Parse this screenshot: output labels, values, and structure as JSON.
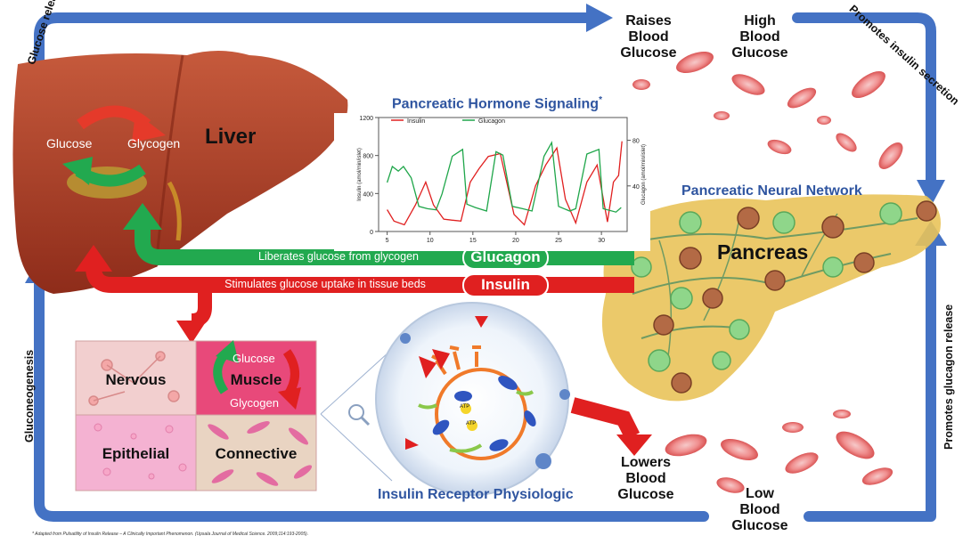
{
  "colors": {
    "cycle_blue": "#4472c4",
    "glucagon_green": "#22a94f",
    "insulin_red": "#e02020",
    "liver_red": "#b8402a",
    "pancreas_yellow": "#e9c35a",
    "heading_blue": "#2f55a0",
    "insulin_line": "#e02020",
    "glucagon_line": "#1fa64a"
  },
  "cycle_labels": {
    "glucose_release": "Glucose release",
    "raises_blood_glucose": [
      "Raises",
      "Blood",
      "Glucose"
    ],
    "high_blood_glucose": [
      "High",
      "Blood",
      "Glucose"
    ],
    "promotes_insulin_secretion": "Promotes insulin secretion",
    "promotes_glucagon_release": "Promotes glucagon release",
    "low_blood_glucose": [
      "Low",
      "Blood",
      "Glucose"
    ],
    "lowers_blood_glucose": [
      "Lowers",
      "Blood",
      "Glucose"
    ],
    "gluconeogenesis": "Gluconeogenesis"
  },
  "liver": {
    "title": "Liver",
    "glucose": "Glucose",
    "glycogen": "Glycogen"
  },
  "pathways": {
    "glucagon_text": "Liberates glucose from glycogen",
    "glucagon_label": "Glucagon",
    "insulin_text": "Stimulates glucose uptake in tissue beds",
    "insulin_label": "Insulin"
  },
  "pancreas": {
    "title": "Pancreas",
    "network_title": "Pancreatic Neural Network"
  },
  "tissues": {
    "nervous": "Nervous",
    "muscle": "Muscle",
    "muscle_glucose": "Glucose",
    "muscle_glycogen": "Glycogen",
    "epithelial": "Epithelial",
    "connective": "Connective"
  },
  "cell": {
    "title": "Insulin Receptor Physiologic",
    "atp": "ATP"
  },
  "chart_data": {
    "type": "line",
    "title": "Pancreatic Hormone Signaling",
    "title_mark": "*",
    "ylabel": "Insulin (amol/min/islet)",
    "y2label": "Glucagon (amol/min/islet)",
    "ylim": [
      0,
      1200
    ],
    "y2lim": [
      0,
      100
    ],
    "yticks": [
      "0",
      "400",
      "800",
      "1200"
    ],
    "y2ticks": [
      "40",
      "80"
    ],
    "xlim": [
      4,
      33
    ],
    "xticks": [
      "5",
      "10",
      "15",
      "20",
      "25",
      "30"
    ],
    "legend_placement": "top-left",
    "series": [
      {
        "name": "Insulin",
        "color": "#e02020",
        "axis": "left",
        "points": [
          [
            5,
            230
          ],
          [
            5.8,
            110
          ],
          [
            7,
            70
          ],
          [
            8.3,
            280
          ],
          [
            9.5,
            520
          ],
          [
            10.4,
            280
          ],
          [
            11.6,
            130
          ],
          [
            12.5,
            120
          ],
          [
            13.6,
            110
          ],
          [
            14.7,
            520
          ],
          [
            15.7,
            660
          ],
          [
            16.8,
            790
          ],
          [
            18.2,
            820
          ],
          [
            19.8,
            180
          ],
          [
            21,
            70
          ],
          [
            22.3,
            480
          ],
          [
            23.5,
            700
          ],
          [
            24.8,
            880
          ],
          [
            25.8,
            340
          ],
          [
            27,
            90
          ],
          [
            28.3,
            520
          ],
          [
            29.5,
            700
          ],
          [
            30.7,
            100
          ],
          [
            31.4,
            520
          ],
          [
            32,
            590
          ],
          [
            32.4,
            950
          ]
        ]
      },
      {
        "name": "Glucagon",
        "color": "#1fa64a",
        "axis": "right",
        "points": [
          [
            5,
            43
          ],
          [
            5.6,
            57
          ],
          [
            6.3,
            53
          ],
          [
            6.9,
            57
          ],
          [
            7.8,
            47
          ],
          [
            8.7,
            22
          ],
          [
            9.7,
            20
          ],
          [
            10.7,
            19
          ],
          [
            11.4,
            33
          ],
          [
            12.6,
            66
          ],
          [
            13.8,
            72
          ],
          [
            14.3,
            24
          ],
          [
            15.3,
            21
          ],
          [
            16.6,
            18
          ],
          [
            17.7,
            70
          ],
          [
            18.5,
            67
          ],
          [
            19.6,
            22
          ],
          [
            20.8,
            20
          ],
          [
            21.9,
            18
          ],
          [
            23.3,
            66
          ],
          [
            24.2,
            78
          ],
          [
            25,
            22
          ],
          [
            26.3,
            18
          ],
          [
            27,
            20
          ],
          [
            28.3,
            68
          ],
          [
            29.7,
            72
          ],
          [
            30.2,
            20
          ],
          [
            31.7,
            17
          ],
          [
            32.3,
            21
          ]
        ]
      }
    ]
  },
  "footnote": "* Adapted from Pulsatility of Insulin Release – A Clinically Important Phenomenon. (Upsala Journal of Medical Science. 2009;114:193-2005)."
}
